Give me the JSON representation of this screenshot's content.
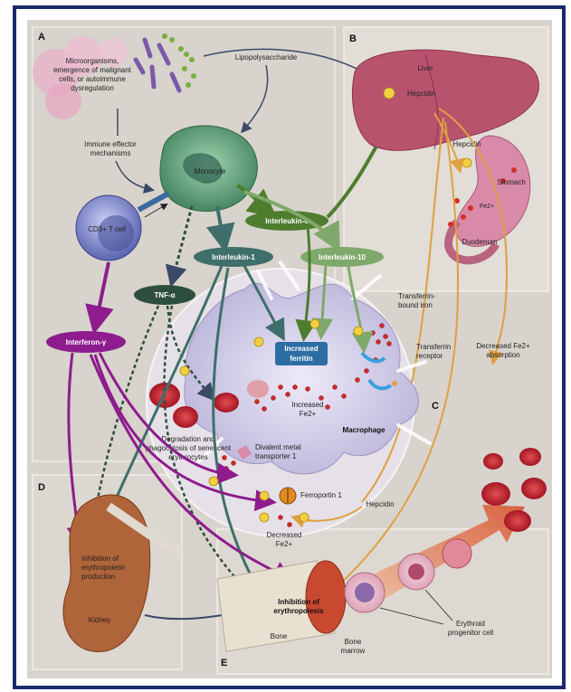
{
  "panels": {
    "a": "A",
    "b": "B",
    "c": "C",
    "d": "D",
    "e": "E"
  },
  "labels": {
    "microorganisms": [
      "Microorganisms,",
      "emergence of malignant",
      "cells, or autoimmune",
      "dysregulation"
    ],
    "lps": "Lipopolysaccharide",
    "immune_effector": [
      "Immune effector",
      "mechanisms"
    ],
    "monocyte": "Monocyte",
    "cd3": "CD3+ T cell",
    "liver": "Liver",
    "hepcidin_liver": "Hepcidin",
    "hepcidin_b": "Hepcidin",
    "stomach": "Stomach",
    "fe_stomach": "Fe2+",
    "duodenum": "Duodenum",
    "transferrin_bound": [
      "Transferrin-",
      "bound iron"
    ],
    "transferrin_receptor": [
      "Transferrin",
      "receptor"
    ],
    "decreased_absorption": [
      "Decreased Fe2+",
      "absorption"
    ],
    "increased_fe": [
      "Increased",
      "Fe2+"
    ],
    "macrophage": "Macrophage",
    "degradation": [
      "Degradation and",
      "phagocytosis of senescent",
      "erythrocytes"
    ],
    "divalent": [
      "Divalent metal",
      "transporter 1"
    ],
    "ferroportin": "Ferroportin 1",
    "hepcidin_c": "Hepcidin",
    "decreased_fe": [
      "Decreased",
      "Fe2+"
    ],
    "inhibition_epo": [
      "Inhibition of",
      "erythropoietin",
      "production"
    ],
    "kidney": "Kidney",
    "inhibition_erythropoiesis": [
      "Inhibition of",
      "erythropoiesis"
    ],
    "bone": "Bone",
    "bone_marrow": [
      "Bone",
      "marrow"
    ],
    "erythroid": [
      "Erythroid",
      "progenitor cell"
    ]
  },
  "pills": {
    "il6": "Interleukin-6",
    "il1": "Interleukin-1",
    "il10": "Interleukin-10",
    "tnf": "TNF-α",
    "ifn": "Interferon-γ"
  },
  "box": {
    "increased_ferritin": [
      "Increased",
      "ferritin"
    ]
  },
  "colors": {
    "background": "#d8d3cc",
    "il6": "#4e7d2e",
    "il1": "#3f6f6a",
    "il10": "#7fa96a",
    "tnf": "#2f4f3e",
    "ifn": "#8e1c8e",
    "ferritin_box": "#2e6da4",
    "hepcidin_arrow": "#e0a040"
  }
}
